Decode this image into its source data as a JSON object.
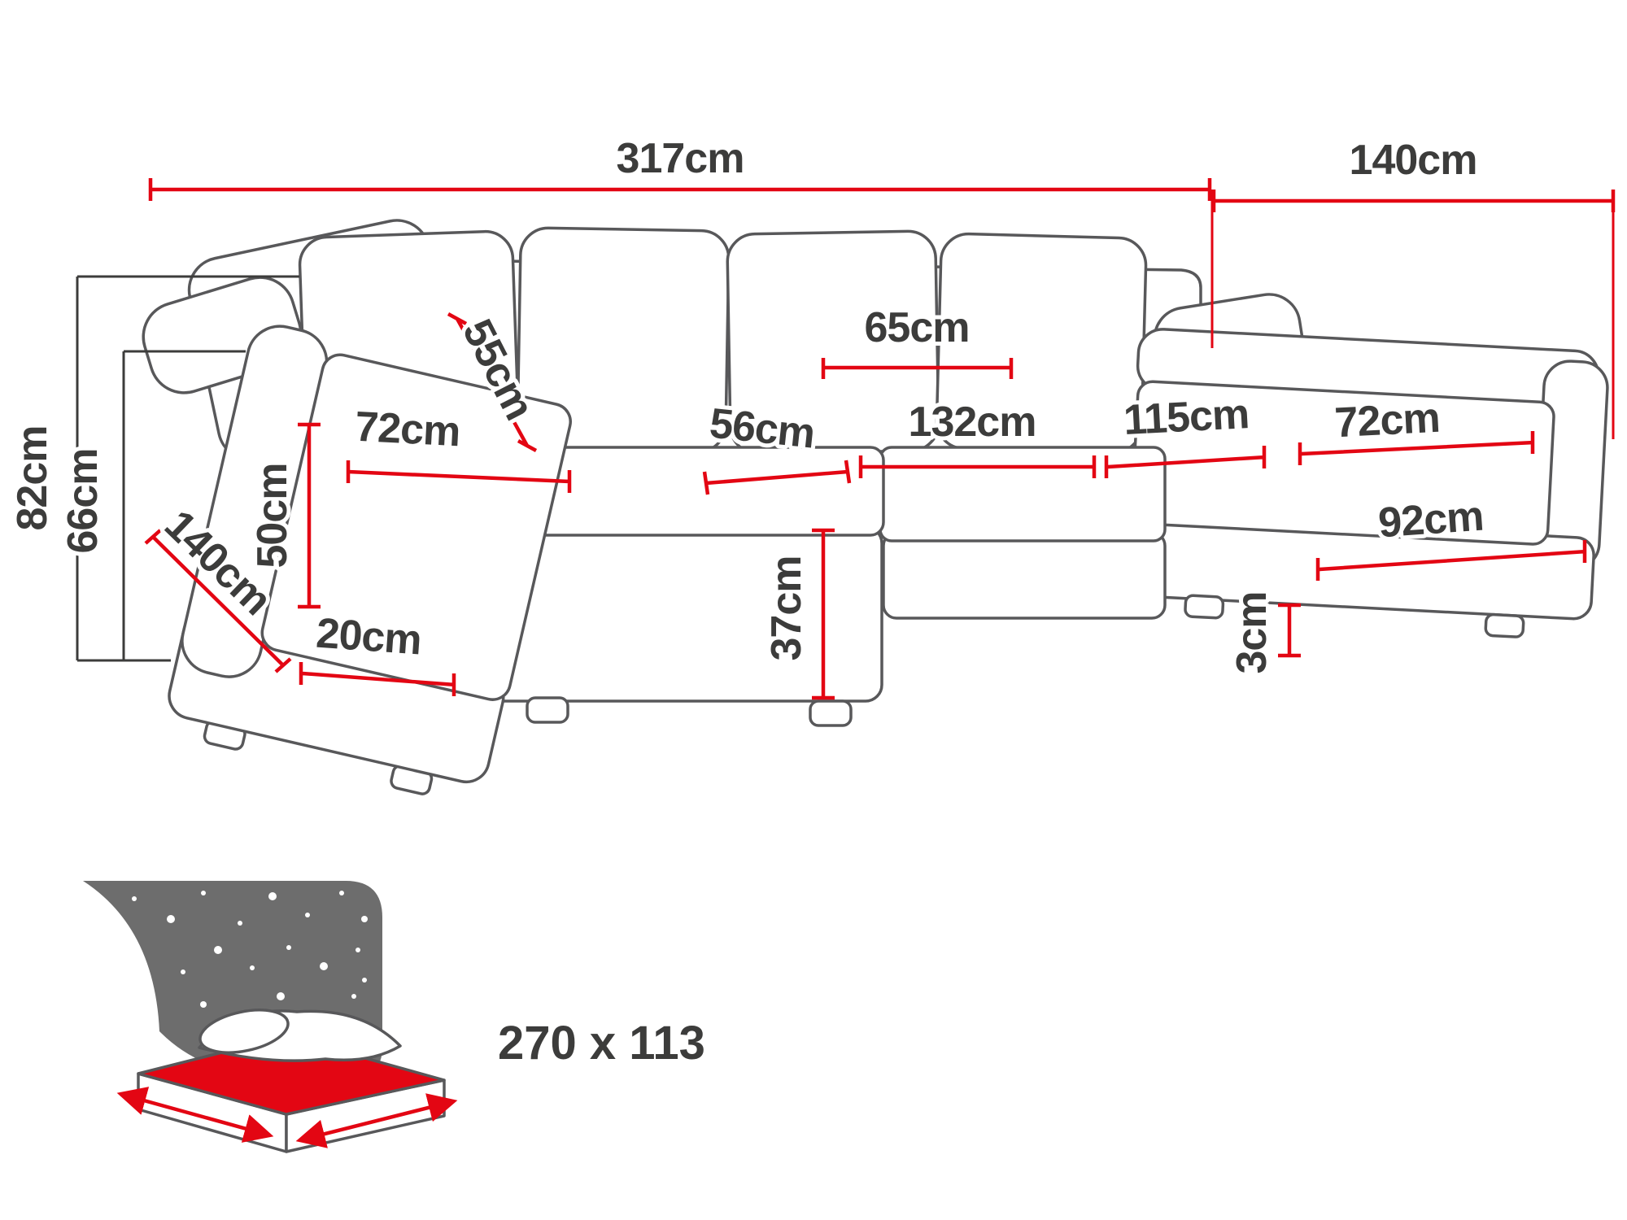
{
  "diagram": {
    "type": "sofa-dimension-diagram",
    "colors": {
      "dimension_line": "#e30613",
      "secondary_dimension_line": "#3c3c3b",
      "sofa_outline": "#58585a",
      "label_text": "#3c3c3b",
      "icon_background": "#6d6d6d"
    },
    "labels": {
      "total_width": "317cm",
      "right_chaise_length_top": "140cm",
      "overall_height": "82cm",
      "backrest_height": "66cm",
      "back_cushion_height": "55cm",
      "back_cushion_width": "65cm",
      "seat_depth": "56cm",
      "center_seat_width": "132cm",
      "corner_seat_width": "115cm",
      "right_chaise_seat_width": "72cm",
      "left_chaise_seat_width": "72cm",
      "right_chaise_front_length": "92cm",
      "armrest_height": "50cm",
      "left_chaise_length": "140cm",
      "base_height": "20cm",
      "seat_height": "37cm",
      "leg_height": "3cm"
    },
    "sleeping_area": {
      "label": "270 x 113"
    }
  }
}
